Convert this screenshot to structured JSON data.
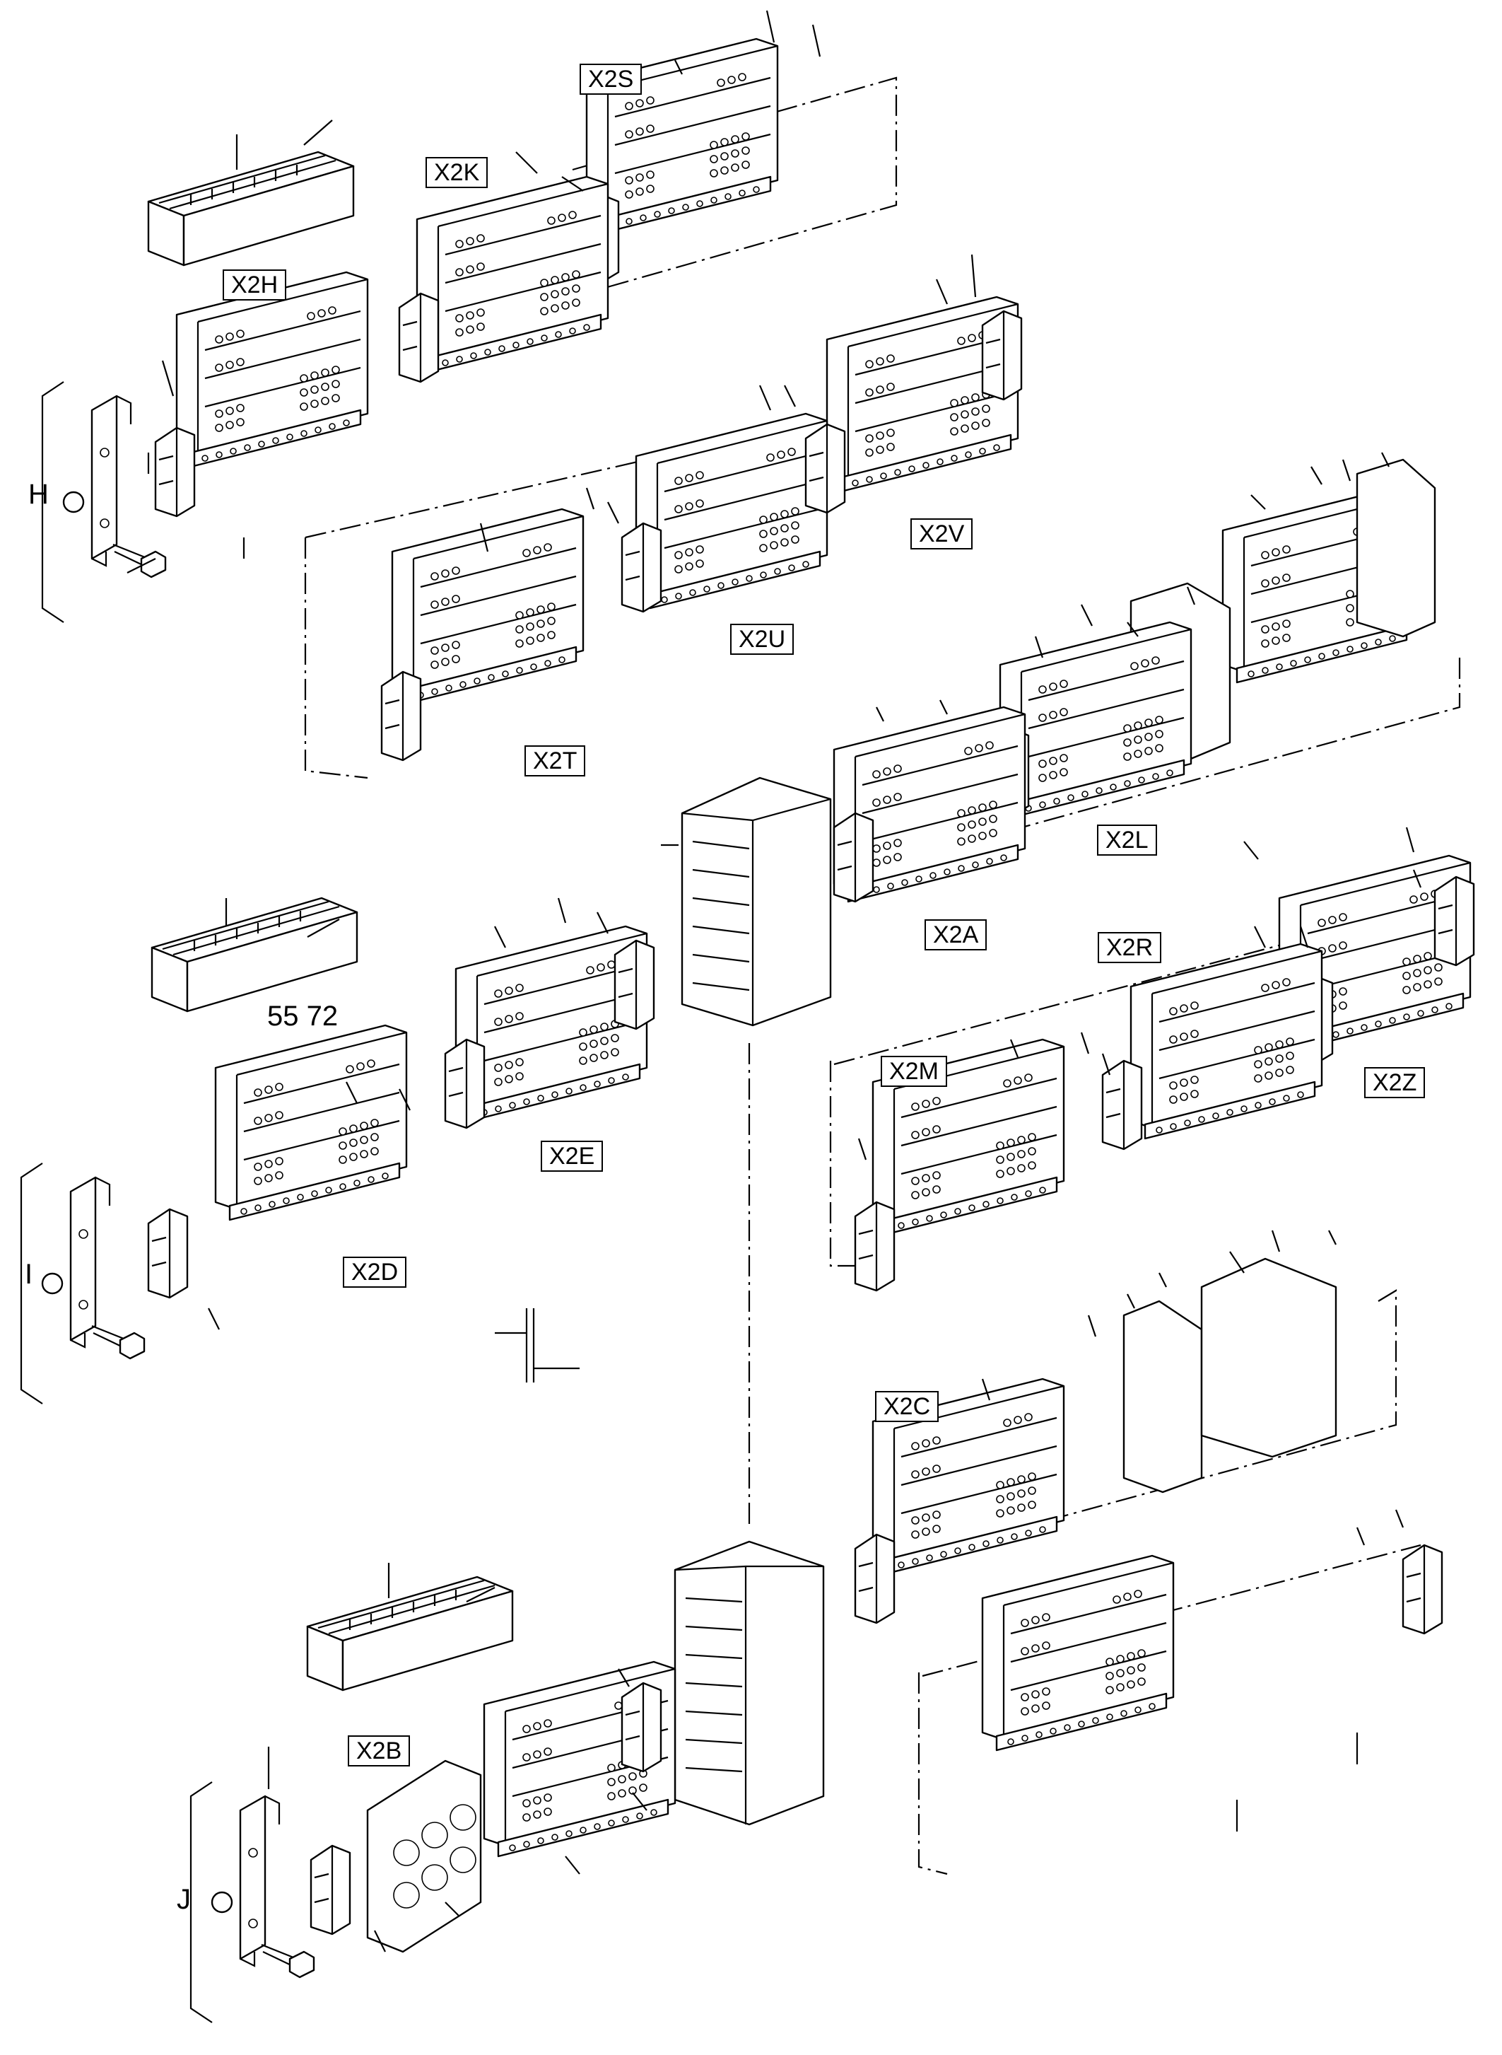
{
  "labels": {
    "x2s": "X2S",
    "x2k": "X2K",
    "x2h": "X2H",
    "x2v": "X2V",
    "x2u": "X2U",
    "x2t": "X2T",
    "x2l": "X2L",
    "x2a": "X2A",
    "x2r": "X2R",
    "x2m": "X2M",
    "x2z": "X2Z",
    "x2e": "X2E",
    "x2d": "X2D",
    "x2c": "X2C",
    "x2b": "X2B"
  },
  "detail_letters": {
    "h": "H",
    "i": "I",
    "j": "J"
  },
  "callout_numbers": "55 72"
}
